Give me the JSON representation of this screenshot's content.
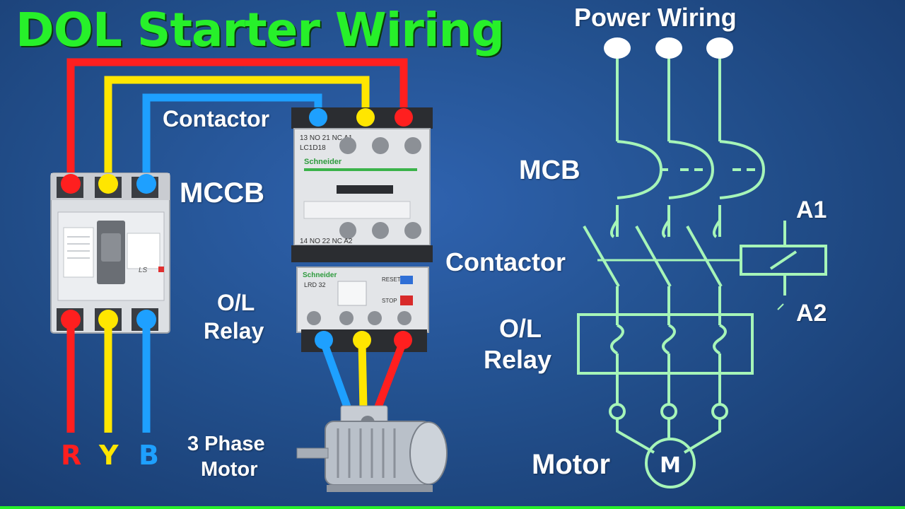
{
  "title": "DOL Starter Wiring",
  "colors": {
    "title": "#27f02a",
    "phase_r": "#ff1f1f",
    "phase_y": "#ffe600",
    "phase_b": "#1ea0ff",
    "schematic_line": "#a6f5b8"
  },
  "left_diagram": {
    "contactor_label": "Contactor",
    "mccb_label": "MCCB",
    "ol_relay_label_line1": "O/L",
    "ol_relay_label_line2": "Relay",
    "motor_label_line1": "3 Phase",
    "motor_label_line2": "Motor",
    "phases": [
      "R",
      "Y",
      "B"
    ],
    "device_text": {
      "contactor_model": "LC1D18",
      "contactor_terminals_top": "13 NO 21 NC A1",
      "contactor_terminals_bottom": "14 NO 22 NC A2",
      "brand": "Schneider",
      "ol_model": "LRD 32",
      "ol_reset": "RESET",
      "ol_stop": "STOP",
      "mccb_brand": "LS"
    }
  },
  "right_diagram": {
    "power_wiring_label": "Power Wiring",
    "mcb_label": "MCB",
    "contactor_label": "Contactor",
    "ol_relay_label_line1": "O/L",
    "ol_relay_label_line2": "Relay",
    "motor_label": "Motor",
    "motor_symbol": "M",
    "coil_top_label": "A1",
    "coil_bottom_label": "A2"
  }
}
